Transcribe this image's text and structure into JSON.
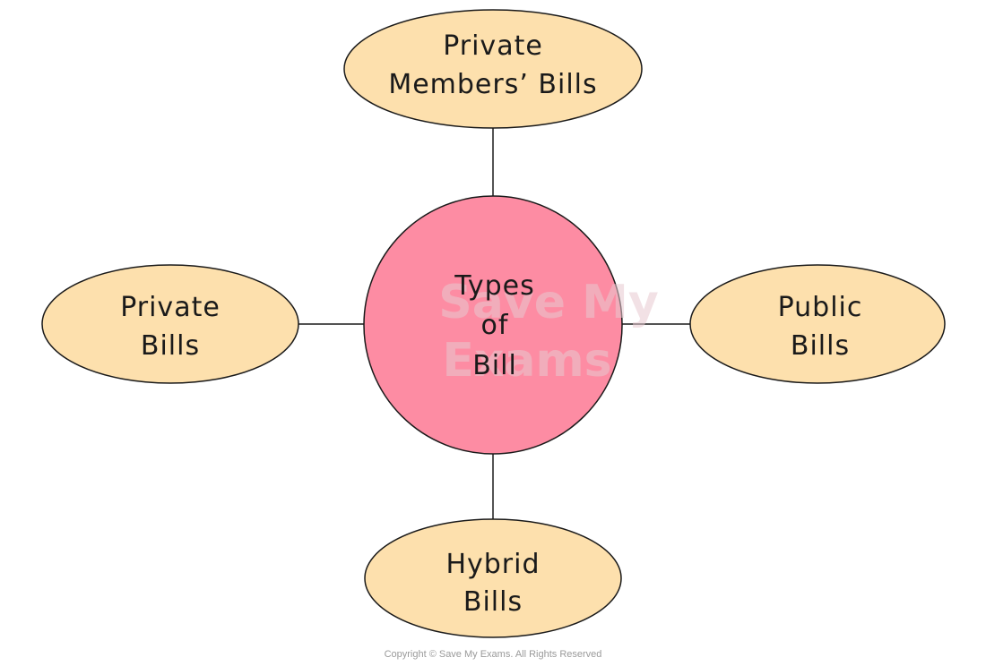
{
  "center": {
    "lines": [
      "Types",
      "of",
      "Bill"
    ]
  },
  "nodes": {
    "top": {
      "lines": [
        "Private",
        "Members’ Bills"
      ]
    },
    "left": {
      "lines": [
        "Private",
        "Bills"
      ]
    },
    "right": {
      "lines": [
        "Public",
        "Bills"
      ]
    },
    "bottom": {
      "lines": [
        "Hybrid",
        "Bills"
      ]
    }
  },
  "watermark": {
    "lines": [
      "Save My",
      "Exams"
    ]
  },
  "copyright": "Copyright © Save My Exams. All Rights Reserved",
  "colors": {
    "center_fill": "#fd8ca3",
    "node_fill": "#fde0ad",
    "stroke": "#1a1a1a"
  }
}
